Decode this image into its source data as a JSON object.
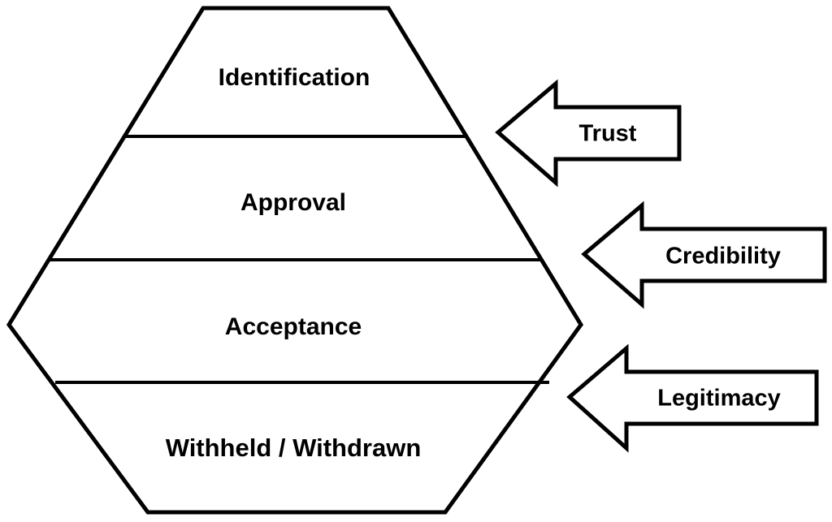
{
  "diagram": {
    "type": "hexagon-layer-diagram",
    "title": "",
    "background_color": "#ffffff",
    "stroke_color": "#000000",
    "fill_color": "#ffffff",
    "hexagon": {
      "name": "legitimacy-hexagon",
      "bands": [
        {
          "id": "identification",
          "label": "Identification",
          "order": 1,
          "position": "top"
        },
        {
          "id": "approval",
          "label": "Approval",
          "order": 2,
          "position": "upper-middle"
        },
        {
          "id": "acceptance",
          "label": "Acceptance",
          "order": 3,
          "position": "lower-middle"
        },
        {
          "id": "withheld-withdrawn",
          "label": "Withheld / Withdrawn",
          "order": 4,
          "position": "bottom"
        }
      ]
    },
    "arrows": [
      {
        "id": "trust",
        "label": "Trust",
        "direction": "left",
        "points_to_band": "identification"
      },
      {
        "id": "credibility",
        "label": "Credibility",
        "direction": "left",
        "points_to_band": "acceptance"
      },
      {
        "id": "legitimacy",
        "label": "Legitimacy",
        "direction": "left",
        "points_to_band": "withheld-withdrawn"
      }
    ]
  }
}
